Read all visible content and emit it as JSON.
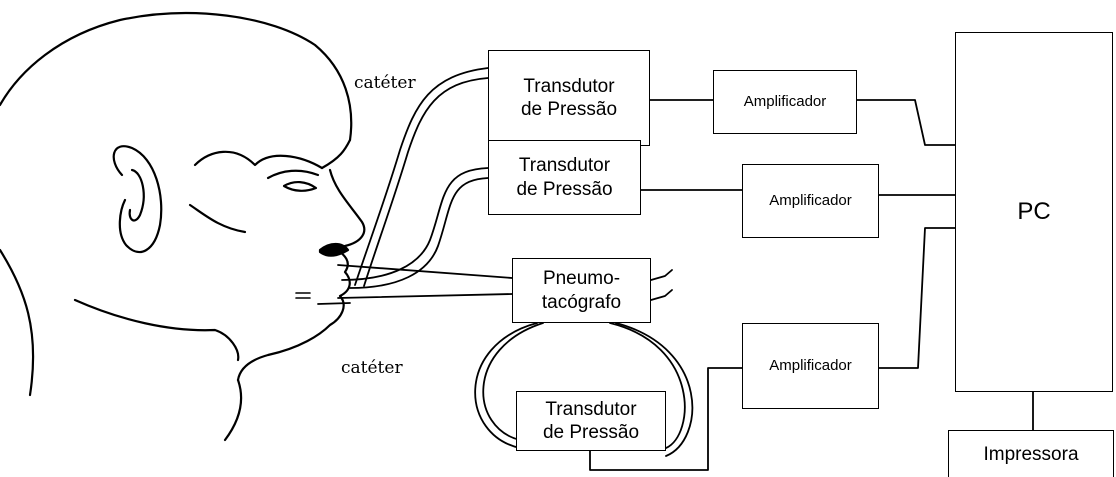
{
  "labels": {
    "catheter_top": "catéter",
    "catheter_bottom": "catéter"
  },
  "transducers": [
    {
      "line1": "Transdutor",
      "line2": "de Pressão"
    },
    {
      "line1": "Transdutor",
      "line2": "de Pressão"
    },
    {
      "line1": "Transdutor",
      "line2": "de Pressão"
    }
  ],
  "amplifiers": [
    "Amplificador",
    "Amplificador",
    "Amplificador"
  ],
  "pneumotachograph": {
    "line1": "Pneumo-",
    "line2": "tacógrafo"
  },
  "pc": "PC",
  "printer": "Impressora"
}
